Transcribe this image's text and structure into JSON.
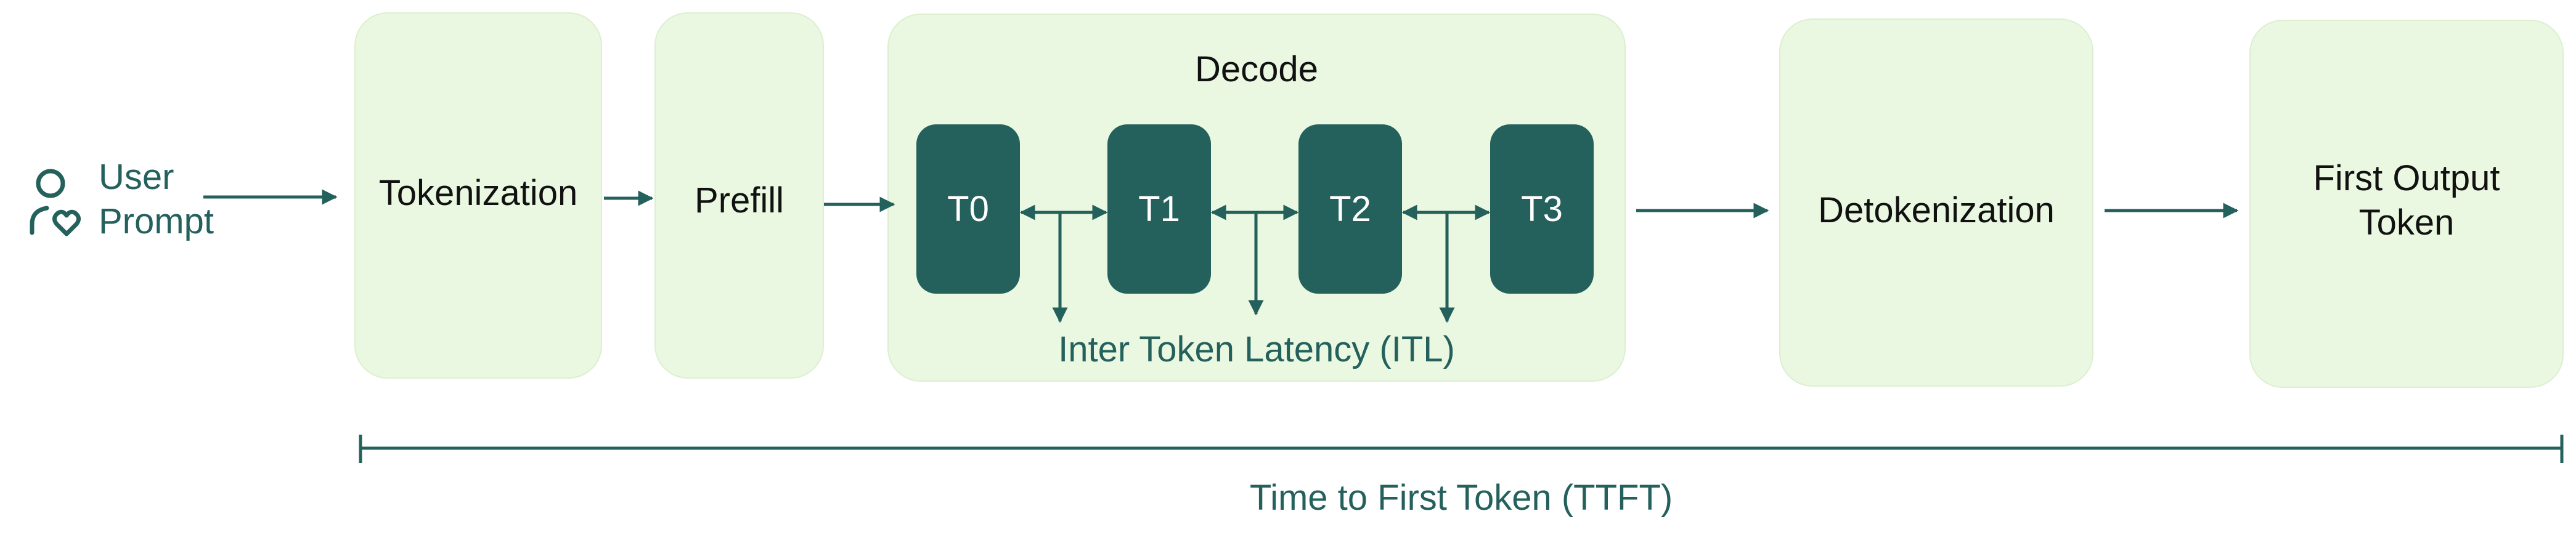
{
  "diagram": {
    "user": {
      "line1": "User",
      "line2": "Prompt",
      "icon": "user-heart-icon"
    },
    "stages": {
      "tokenization": "Tokenization",
      "prefill": "Prefill",
      "decode": "Decode",
      "detokenization": "Detokenization",
      "first_output_line1": "First Output",
      "first_output_line2": "Token"
    },
    "tokens": [
      "T0",
      "T1",
      "T2",
      "T3"
    ],
    "itl_label": "Inter Token Latency (ITL)",
    "ttft_label": "Time to First Token (TTFT)",
    "colors": {
      "stage_fill": "#eaf7e1",
      "token_fill": "#24605c",
      "accent": "#24605c",
      "text": "#111111"
    }
  }
}
